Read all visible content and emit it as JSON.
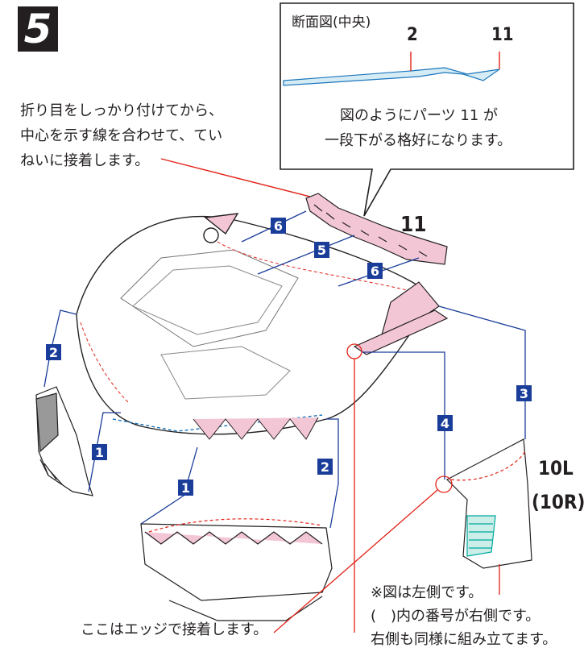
{
  "step_number": "5",
  "callout": {
    "title": "断面図(中央)",
    "label_2": "2",
    "label_11": "11",
    "line1": "図のようにパーツ 11 が",
    "line2": "一段下がる格好になります。"
  },
  "note_fold": [
    "折り目をしっかり付けてから、",
    "中心を示す線を合わせて、てい",
    "ねいに接着します。"
  ],
  "part_11_label": "11",
  "fender_label": "10L",
  "fender_label_r": "(10R)",
  "edge_note": "ここはエッジで接着します。",
  "side_note": [
    "※図は左側です。",
    "(　)内の番号が右側です。",
    "右側も同様に組み立てます。"
  ],
  "badges": {
    "b6a": "6",
    "b5": "5",
    "b6b": "6",
    "b2a": "2",
    "b1a": "1",
    "b1b": "1",
    "b2b": "2",
    "b4": "4",
    "b3": "3"
  },
  "colors": {
    "accent_blue": "#1a3d9a",
    "callout_red": "#e2231a",
    "pink": "#f3c6d6",
    "teal": "#00a99d"
  }
}
